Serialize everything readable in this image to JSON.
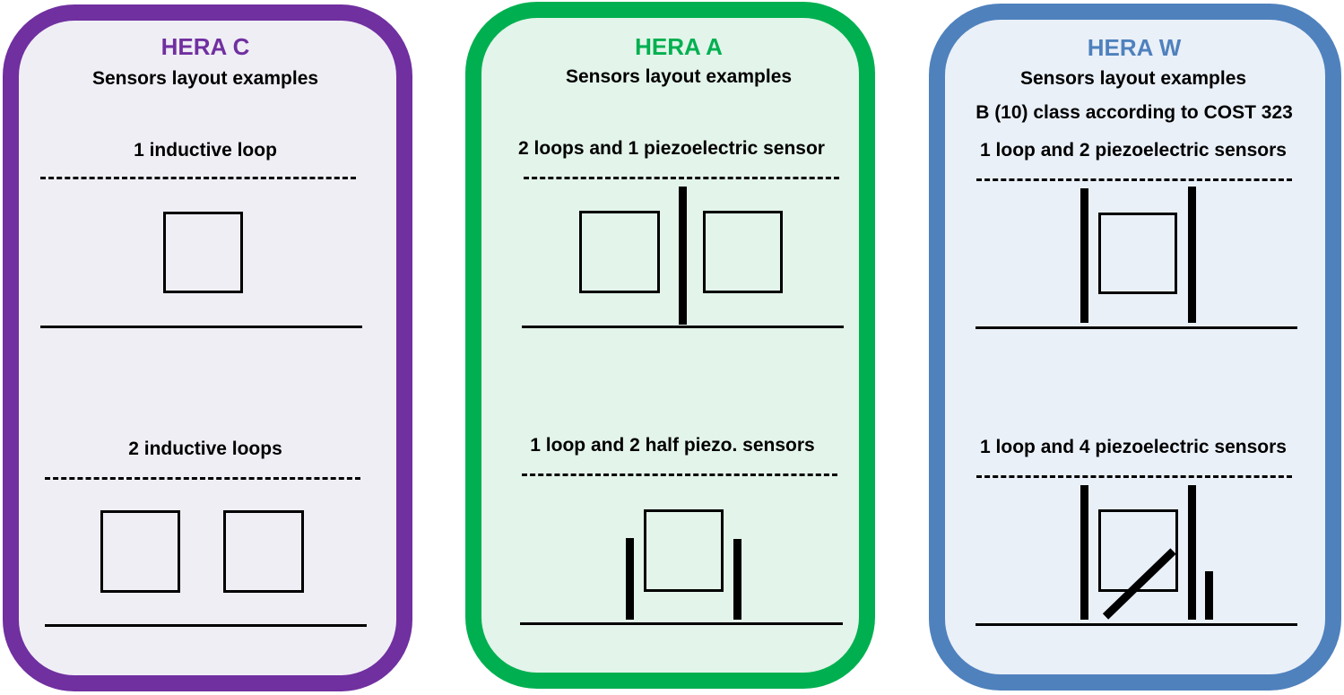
{
  "panels": [
    {
      "id": "hera-c",
      "title": "HERA C",
      "subtitle": "Sensors layout examples",
      "note": "",
      "color": "#7030A0",
      "background": "#F0EEF5",
      "layouts": [
        {
          "caption": "1 inductive loop",
          "inductive_loops": 1,
          "piezoelectric_sensors": 0
        },
        {
          "caption": "2 inductive loops",
          "inductive_loops": 2,
          "piezoelectric_sensors": 0
        }
      ]
    },
    {
      "id": "hera-a",
      "title": "HERA A",
      "subtitle": "Sensors layout examples",
      "note": "",
      "color": "#00B050",
      "background": "#E3F4EA",
      "layouts": [
        {
          "caption": "2 loops and 1 piezoelectric sensor",
          "inductive_loops": 2,
          "piezoelectric_sensors": 1
        },
        {
          "caption": "1 loop and 2 half piezo. sensors",
          "inductive_loops": 1,
          "piezoelectric_sensors": 2
        }
      ]
    },
    {
      "id": "hera-w",
      "title": "HERA W",
      "subtitle": "Sensors layout examples",
      "note": "B (10) class according to COST 323",
      "color": "#4F81BD",
      "background": "#EAF0F8",
      "layouts": [
        {
          "caption": "1 loop and 2 piezoelectric sensors",
          "inductive_loops": 1,
          "piezoelectric_sensors": 2
        },
        {
          "caption": "1 loop and 4 piezoelectric sensors",
          "inductive_loops": 1,
          "piezoelectric_sensors": 4
        }
      ]
    }
  ],
  "legend_colors": {
    "lane_marking": "#000000",
    "sensor": "#000000"
  }
}
